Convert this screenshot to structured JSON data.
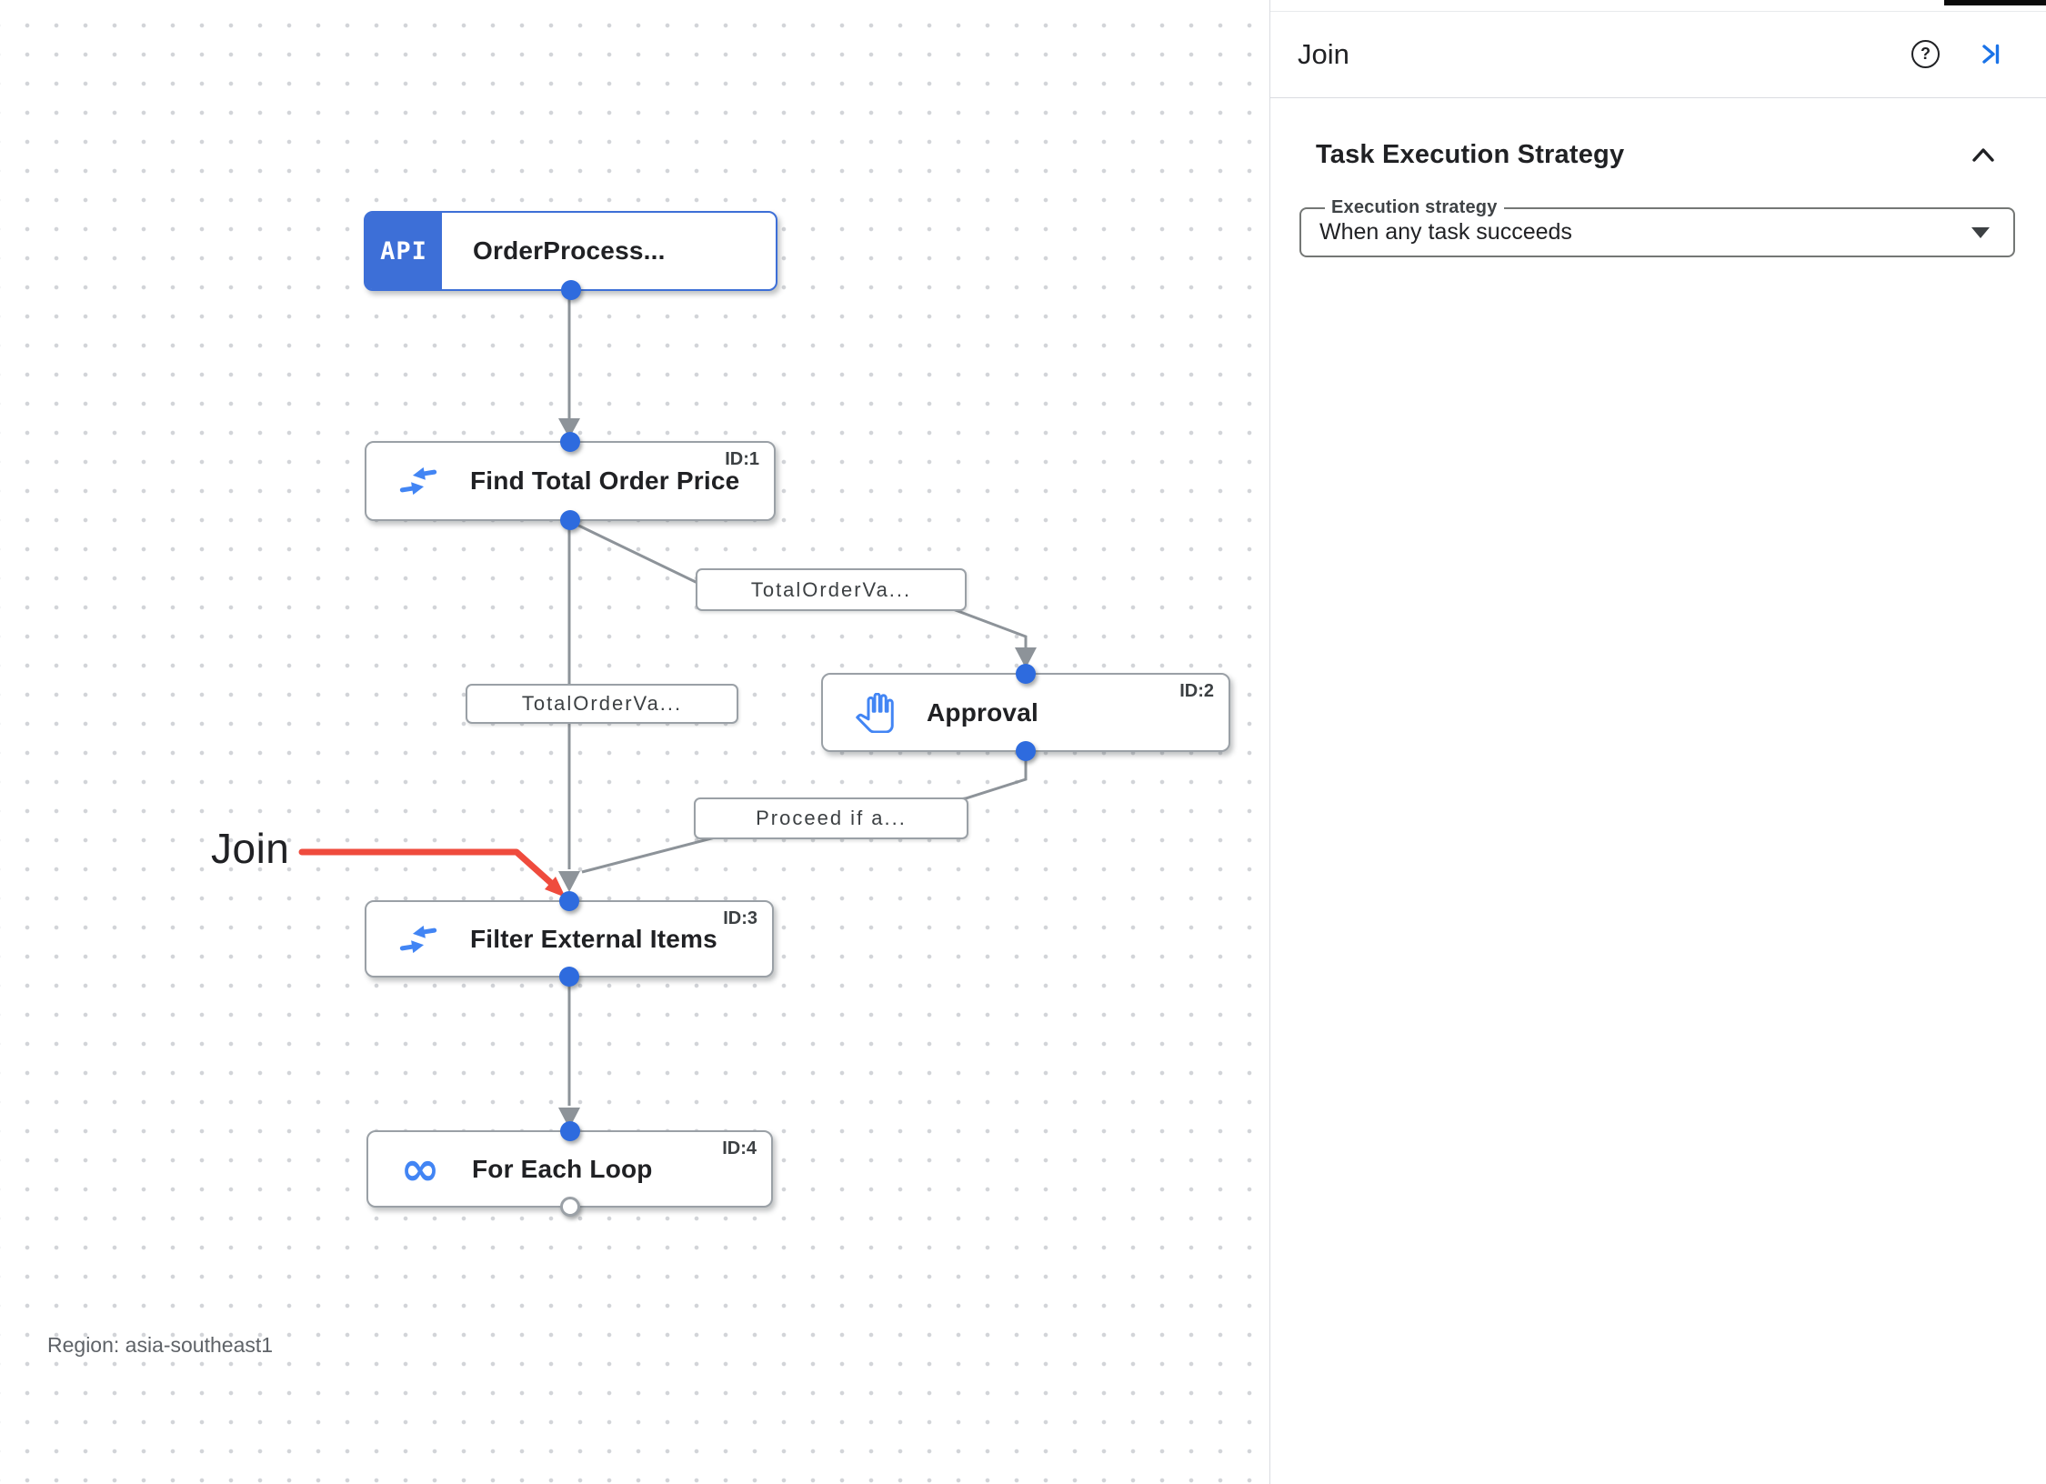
{
  "canvas": {
    "region_label": "Region: asia-southeast1",
    "annotation": {
      "label": "Join",
      "arrow_color": "#ef4b3d"
    },
    "nodes": [
      {
        "title": "OrderProcess...",
        "badge": "API",
        "icon": "api-trigger-icon",
        "id_label": ""
      },
      {
        "title": "Find Total Order Price",
        "icon": "data-mapping-icon",
        "id_label": "ID:1"
      },
      {
        "title": "Approval",
        "icon": "approval-hand-icon",
        "id_label": "ID:2"
      },
      {
        "title": "Filter External Items",
        "icon": "data-mapping-icon",
        "id_label": "ID:3"
      },
      {
        "title": "For Each Loop",
        "icon": "loop-icon",
        "id_label": "ID:4"
      }
    ],
    "edge_labels": [
      "TotalOrderVa...",
      "TotalOrderVa...",
      "Proceed if a..."
    ]
  },
  "panel": {
    "title": "Join",
    "icons": [
      "help-icon",
      "collapse-panel-icon"
    ],
    "section": {
      "heading": "Task Execution Strategy",
      "collapse_icon": "chevron-up-icon"
    },
    "field": {
      "label": "Execution strategy",
      "value": "When any task succeeds"
    }
  },
  "colors": {
    "accent_blue": "#3d6fd7",
    "dot_blue": "#2e6bde",
    "icon_blue": "#4285f4",
    "edge_gray": "#8d9399",
    "annotation_red": "#ef4b3d",
    "link_blue": "#1a73e8"
  }
}
